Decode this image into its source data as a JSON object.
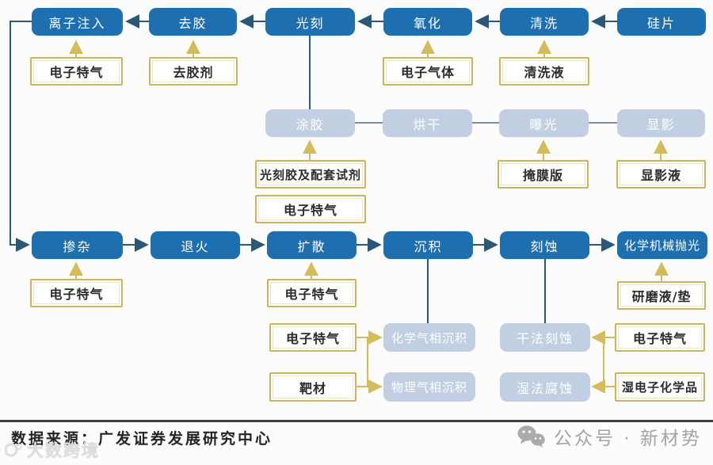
{
  "colors": {
    "process_blue": "#1e6fb0",
    "process_gray": "#c2cfe2",
    "material_border": "#cbb45c",
    "connector_dark": "#2c5878",
    "connector_yellow": "#d3bc5a",
    "connector_gray": "#7c8da4"
  },
  "nodes": {
    "ion_implant": "离子注入",
    "strip": "去胶",
    "litho": "光刻",
    "oxidation": "氧化",
    "clean": "清洗",
    "wafer": "硅片",
    "mat_ion": "电子特气",
    "mat_strip": "去胶剂",
    "mat_oxidation": "电子气体",
    "mat_clean": "清洗液",
    "coat": "涂胶",
    "bake": "烘干",
    "expose": "曝光",
    "develop": "显影",
    "mat_coat_resist": "光刻胶及配套试剂",
    "mat_coat_gas": "电子特气",
    "mat_expose": "掩膜版",
    "mat_develop": "显影液",
    "doping": "掺杂",
    "anneal": "退火",
    "diffusion": "扩散",
    "deposition": "沉积",
    "etch": "刻蚀",
    "cmp": "化学机械抛光",
    "mat_doping": "电子特气",
    "mat_diffusion": "电子特气",
    "mat_cmp": "研磨液/垫",
    "mat_cvd": "电子特气",
    "mat_pvd": "靶材",
    "cvd": "化学气相沉积",
    "pvd": "物理气相沉积",
    "dry_etch": "干法刻蚀",
    "wet_etch": "湿法腐蚀",
    "mat_dry_etch": "电子特气",
    "mat_wet_etch": "湿电子化学品"
  },
  "footer": {
    "source": "数据来源：广发证券发展研究中心",
    "watermark": "大数跨境",
    "wechat": "公众号 · 新材势"
  }
}
